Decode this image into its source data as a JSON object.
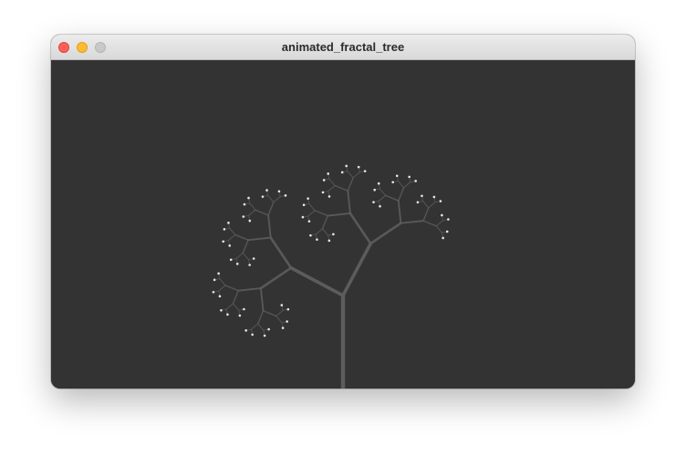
{
  "window": {
    "title": "animated_fractal_tree"
  },
  "title_bar": {
    "buttons": [
      {
        "name": "close",
        "color": "#fe5f57"
      },
      {
        "name": "minimize",
        "color": "#febc2e"
      },
      {
        "name": "zoom",
        "color": "#c9c9c9"
      }
    ]
  },
  "canvas": {
    "background": "#333333",
    "branch_color": "#5c5c5c",
    "tip_color": "#e6e6e6"
  }
}
